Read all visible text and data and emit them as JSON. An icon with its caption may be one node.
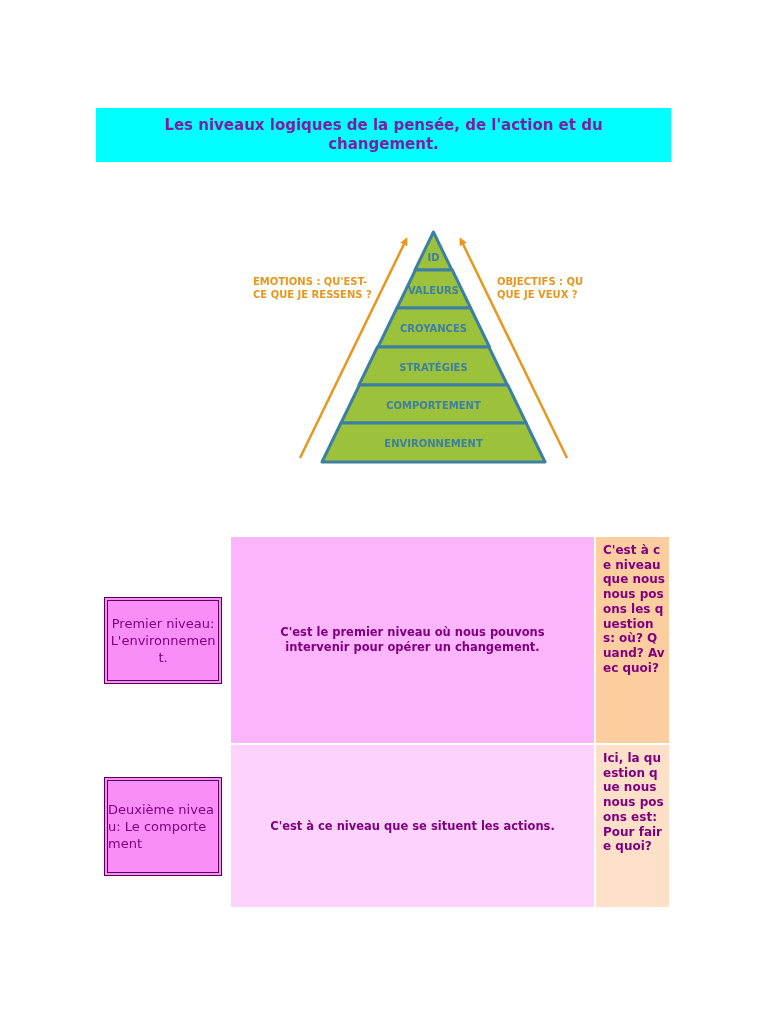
{
  "diagram": {
    "title": "Les niveaux logiques de la pensée, de l'action et du changement.",
    "nodes": [
      {
        "text": [
          "ID"
        ]
      },
      {
        "text": [
          "VALEURS"
        ]
      },
      {
        "text": [
          "CROYANCES"
        ]
      },
      {
        "text": [
          "STRATÉGIES"
        ]
      },
      {
        "text": [
          "COMPORTEMENT"
        ]
      },
      {
        "text": [
          "ENVIRONNEMENT"
        ]
      },
      {
        "text": [
          "Premier niveau: L'environnement."
        ]
      },
      {
        "text": [
          "Deuxième niveau: Le comportement"
        ]
      }
    ],
    "edges": [],
    "labels": [
      "EMOTIONS : QU'EST-CE QUE JE RESSENS ?",
      "OBJECTIFS : QU QUE JE VEUX ?",
      "C'est le premier niveau où nous pouvons intervenir pour opérer un changement.",
      "C'est à ce niveau que nous nous posons les questions: où? Quand? Avec quoi?",
      "C'est à ce niveau que se situent les actions.",
      "Ici, la question que nous nous posons est: Pour faire quoi?"
    ]
  }
}
